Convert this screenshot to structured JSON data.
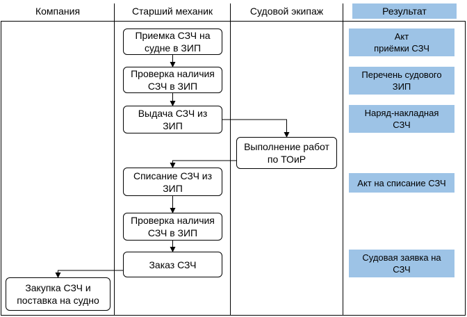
{
  "lanes": [
    {
      "id": "company",
      "label": "Компания"
    },
    {
      "id": "chief",
      "label": "Старший механик"
    },
    {
      "id": "crew",
      "label": "Судовой экипаж"
    },
    {
      "id": "result",
      "label": "Результат"
    }
  ],
  "steps": [
    {
      "id": "s1",
      "lane": "chief",
      "text": "Приемка СЗЧ на\nсудне в ЗИП"
    },
    {
      "id": "s2",
      "lane": "chief",
      "text": "Проверка наличия\nСЗЧ в ЗИП"
    },
    {
      "id": "s3",
      "lane": "chief",
      "text": "Выдача СЗЧ из\nЗИП"
    },
    {
      "id": "s4",
      "lane": "crew",
      "text": "Выполнение работ\nпо ТОиР"
    },
    {
      "id": "s5",
      "lane": "chief",
      "text": "Списание СЗЧ из\nЗИП"
    },
    {
      "id": "s6",
      "lane": "chief",
      "text": "Проверка наличия\nСЗЧ в ЗИП"
    },
    {
      "id": "s7",
      "lane": "chief",
      "text": "Заказ СЗЧ"
    },
    {
      "id": "s8",
      "lane": "company",
      "text": "Закупка СЗЧ и\nпоставка на судно"
    }
  ],
  "results": [
    {
      "id": "r1",
      "text": "Акт\nприёмки СЗЧ"
    },
    {
      "id": "r2",
      "text": "Перечень судового\nЗИП"
    },
    {
      "id": "r3",
      "text": "Наряд-накладная\nСЗЧ"
    },
    {
      "id": "r4",
      "text": "Акт на списание СЗЧ"
    },
    {
      "id": "r5",
      "text": "Судовая заявка на\nСЗЧ"
    }
  ],
  "edges": [
    {
      "from": "s1",
      "to": "s2"
    },
    {
      "from": "s2",
      "to": "s3"
    },
    {
      "from": "s3",
      "to": "s4"
    },
    {
      "from": "s4",
      "to": "s5"
    },
    {
      "from": "s5",
      "to": "s6"
    },
    {
      "from": "s6",
      "to": "s7"
    },
    {
      "from": "s7",
      "to": "s8"
    }
  ]
}
